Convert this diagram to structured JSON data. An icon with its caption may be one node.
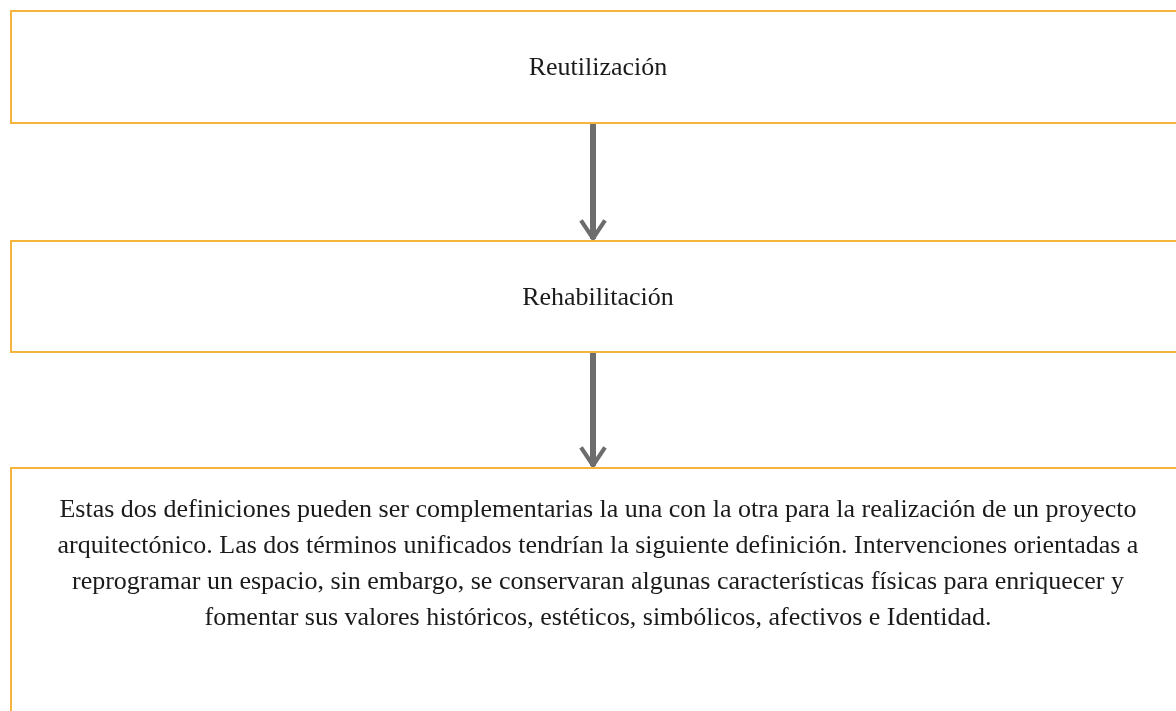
{
  "diagram": {
    "nodes": [
      {
        "text": [
          "Reutilización"
        ]
      },
      {
        "text": [
          "Rehabilitación"
        ]
      },
      {
        "text": [
          "Estas dos definiciones pueden ser complementarias la una con la otra para la realización de un proyecto arquitectónico. Las dos términos unificados tendrían la siguiente definición. Intervenciones orientadas a reprogramar un espacio, sin embargo, se conservaran algunas características físicas para enriquecer y fomentar sus valores históricos, estéticos, simbólicos, afectivos e Identidad."
        ]
      }
    ],
    "edges": [
      {
        "from": 0,
        "to": 1,
        "arrow": "to"
      },
      {
        "from": 1,
        "to": 2,
        "arrow": "to"
      }
    ]
  }
}
